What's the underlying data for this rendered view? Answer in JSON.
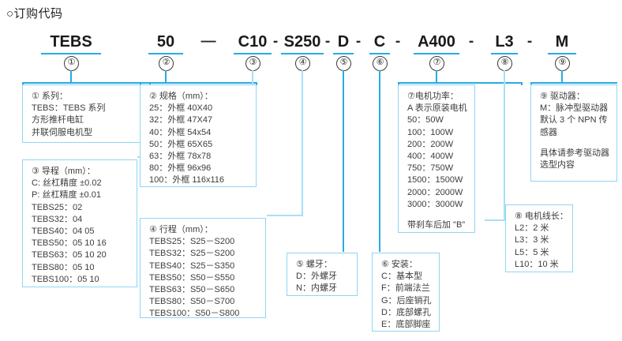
{
  "page": {
    "title": "○订购代码"
  },
  "code": {
    "tokens": [
      {
        "text": "TEBS",
        "index": "①"
      },
      {
        "text": "50",
        "index": "②"
      },
      {
        "text": "C10",
        "index": "③"
      },
      {
        "text": "S250",
        "index": "④"
      },
      {
        "text": "D",
        "index": "⑤"
      },
      {
        "text": "C",
        "index": "⑥"
      },
      {
        "text": "A400",
        "index": "⑦"
      },
      {
        "text": "L3",
        "index": "⑧"
      },
      {
        "text": "M",
        "index": "⑨"
      }
    ],
    "separators": [
      "—",
      "-",
      "-",
      "-",
      "-",
      "-",
      "-",
      "-"
    ]
  },
  "boxes": {
    "b1": {
      "lines": [
        "① 系列：",
        "TEBS：TEBS 系列",
        "方形推杆电缸",
        "并联伺服电机型"
      ]
    },
    "b2": {
      "lines": [
        "② 规格（mm）：",
        "25：外框 40X40",
        "32：外框 47X47",
        "40：外框 54x54",
        "50：外框 65X65",
        "63：外框 78x78",
        "80：外框 96x96",
        "100：外框 116x116"
      ]
    },
    "b3": {
      "lines": [
        "③ 导程（mm）：",
        "C: 丝杠精度 ±0.02",
        "P: 丝杠精度 ±0.01",
        "TEBS25：02",
        "TEBS32：04",
        "TEBS40：04  05",
        "TEBS50：05 10 16",
        "TEBS63：05 10  20",
        "TEBS80：05 10",
        "TEBS100：05 10"
      ]
    },
    "b4": {
      "lines": [
        "④ 行程（mm）：",
        "TEBS25：S25－S200",
        "TEBS32：S25－S200",
        "TEBS40：S25－S350",
        "TEBS50：S50－S550",
        "TEBS63：S50－S650",
        "TEBS80：S50－S700",
        "TEBS100：S50－S800"
      ]
    },
    "b5": {
      "lines": [
        "⑤ 螺牙：",
        "D：外螺牙",
        "N：内螺牙"
      ]
    },
    "b6": {
      "lines": [
        "⑥ 安装：",
        "C：基本型",
        "F：前端法兰",
        "G：后座销孔",
        "D：底部螺孔",
        "E：底部脚座"
      ]
    },
    "b7": {
      "lines": [
        "⑦电机功率：",
        "A 表示原装电机",
        "50：50W",
        "100：100W",
        "200：200W",
        "400：400W",
        "750：750W",
        "1500：1500W",
        "2000：2000W",
        "3000：3000W",
        "",
        "带刹车后加 \"B\""
      ]
    },
    "b8": {
      "lines": [
        "⑧ 电机线长：",
        "L2：2 米",
        "L3：3 米",
        "L5：5 米",
        "L10：10 米"
      ]
    },
    "b9": {
      "lines": [
        "⑨ 驱动器：",
        "M：脉冲型驱动器",
        "默认 3 个 NPN 传",
        "感器",
        "",
        "具体请参考驱动器",
        "选型内容"
      ]
    }
  },
  "colors": {
    "accent": "#29abe2",
    "accent_soft": "#a9dff6",
    "box_border": "#8fd6f2",
    "text": "#3c3c3c"
  }
}
